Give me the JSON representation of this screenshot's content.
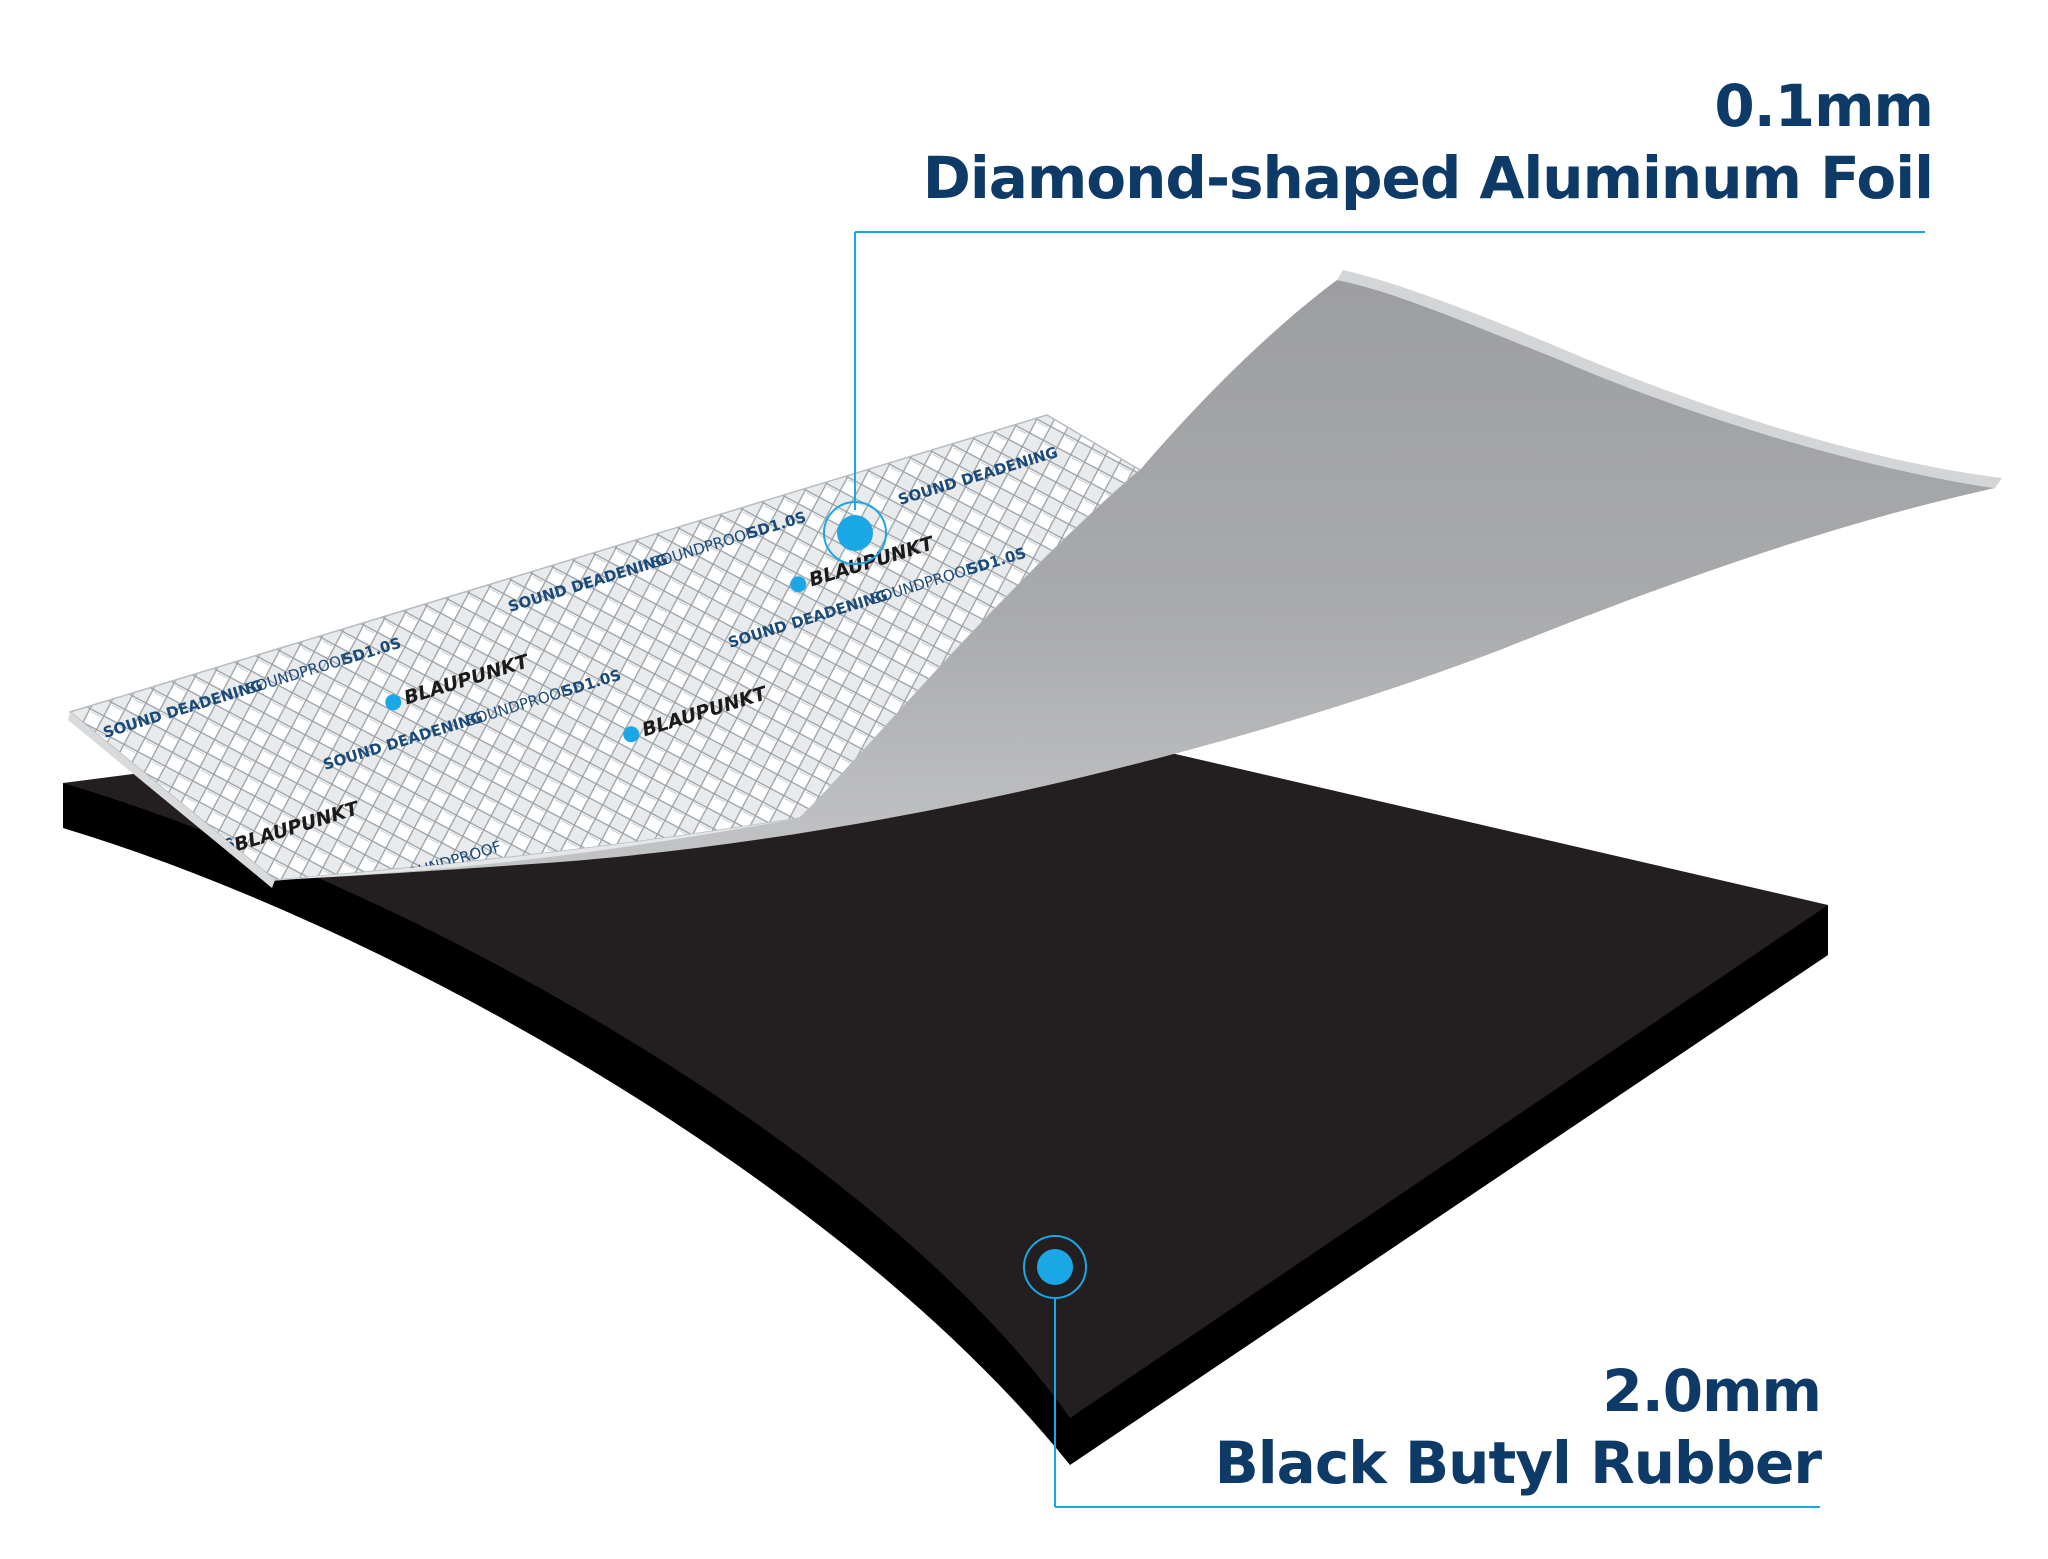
{
  "foil_layer": {
    "thickness": "0.1mm",
    "name": "Diamond-shaped Aluminum Foil"
  },
  "rubber_layer": {
    "thickness": "2.0mm",
    "name": "Black Butyl Rubber"
  },
  "foil_print": {
    "brand": "BLAUPUNKT",
    "text_bold": "SOUND DEADENING",
    "text_light": "SOUNDPROOF",
    "model": "SD1.0S"
  },
  "colors": {
    "accent": "#1aa7e6",
    "label_text": "#0d3a66",
    "rubber": "#231f20",
    "foil_back": "#a7a8aa"
  }
}
